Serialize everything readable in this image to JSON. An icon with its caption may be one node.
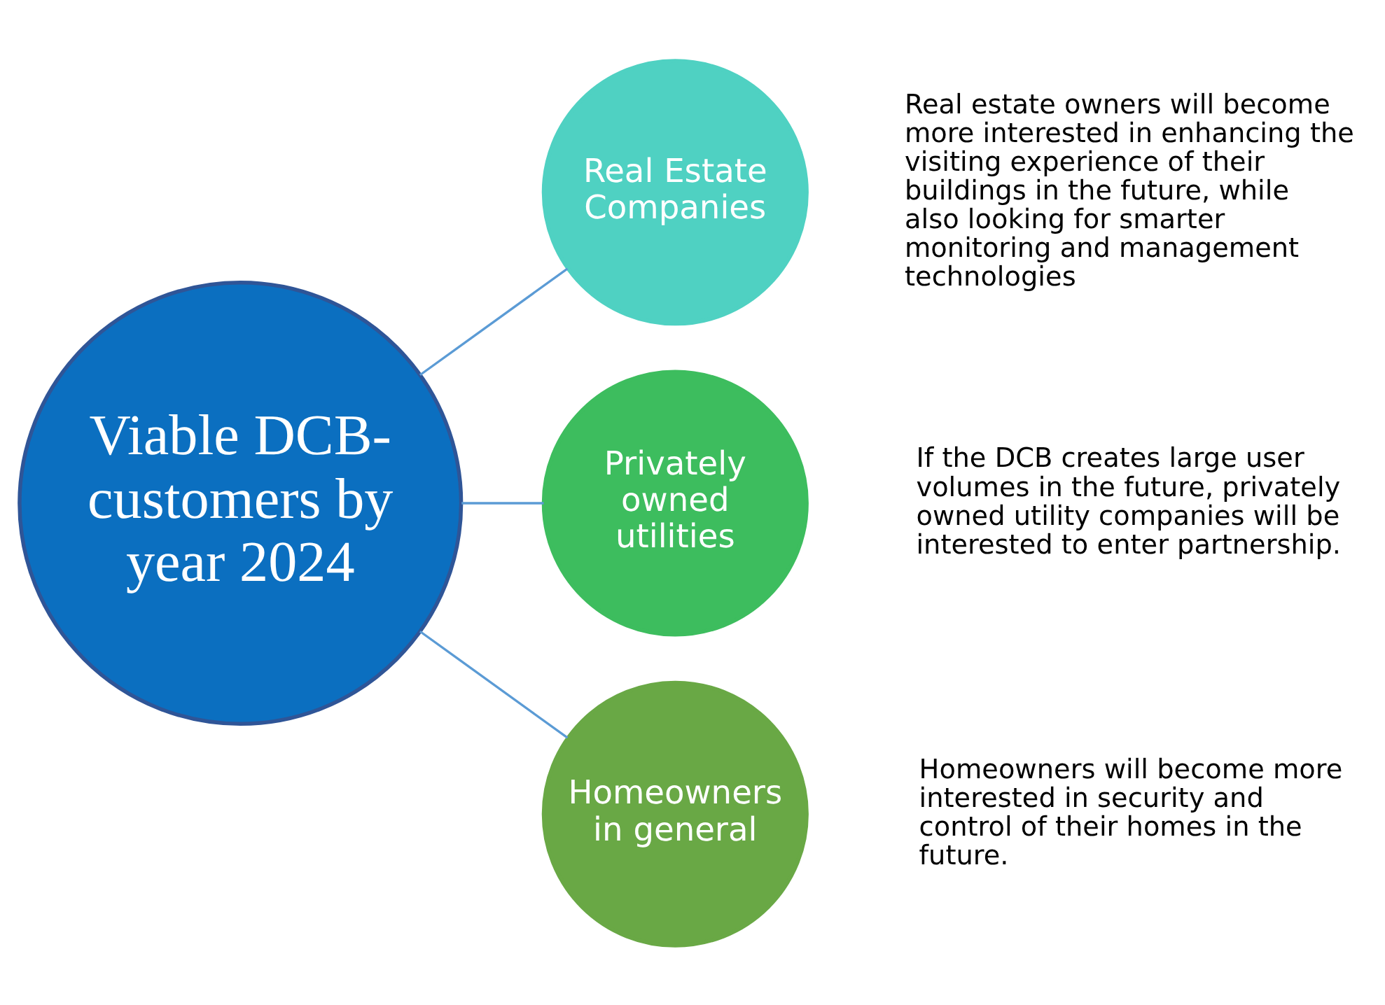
{
  "diagram": {
    "nodes": [
      {
        "text": [
          "Viable DCB-customers by year 2024"
        ]
      },
      {
        "text": [
          "Real Estate Companies"
        ],
        "beside": [
          "Real estate owners will become more interested in enhancing the visiting experience of their buildings in the future, while also looking for smarter monitoring and management technologies"
        ]
      },
      {
        "text": [
          "Privately owned utilities"
        ],
        "beside": [
          "If the DCB creates large user volumes in the future, privately owned utility companies will be interested to enter partnership."
        ]
      },
      {
        "text": [
          "Homeowners in general"
        ],
        "beside": [
          "Homeowners will become more interested in security and control of their homes in the future."
        ]
      }
    ],
    "edges": [
      {
        "from": 0,
        "to": 1,
        "arrow": "none"
      },
      {
        "from": 0,
        "to": 2,
        "arrow": "none"
      },
      {
        "from": 0,
        "to": 3,
        "arrow": "none"
      }
    ]
  }
}
